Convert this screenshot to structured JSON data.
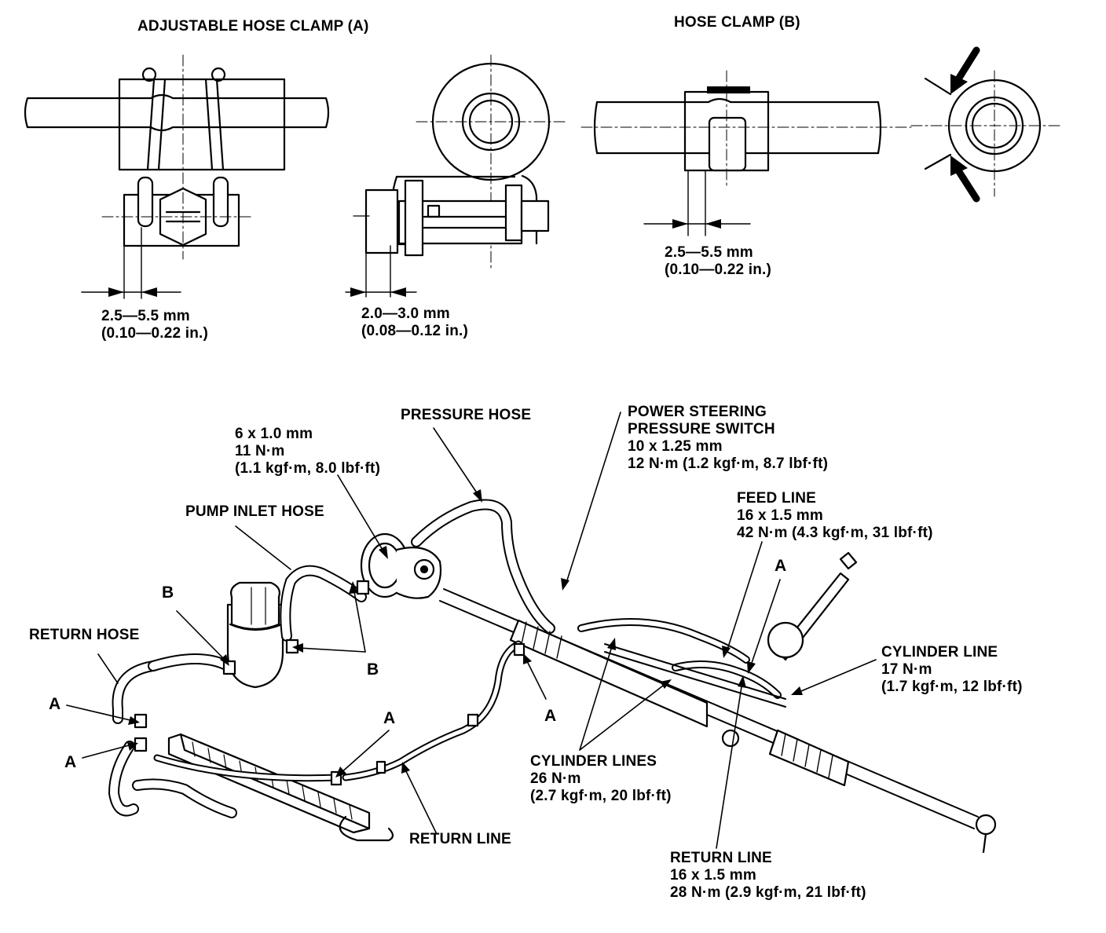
{
  "titles": {
    "clamp_a": "ADJUSTABLE HOSE CLAMP (A)",
    "clamp_b": "HOSE CLAMP (B)"
  },
  "dims": {
    "a_band": {
      "mm": "2.5—5.5 mm",
      "in": "(0.10—0.22 in.)"
    },
    "a_gap": {
      "mm": "2.0—3.0 mm",
      "in": "(0.08—0.12 in.)"
    },
    "b_band": {
      "mm": "2.5—5.5 mm",
      "in": "(0.10—0.22 in.)"
    }
  },
  "callouts": {
    "pressure_hose": "PRESSURE HOSE",
    "bolt_spec": {
      "size": "6 x 1.0 mm",
      "torque": "11 N·m",
      "alt": "(1.1 kgf·m, 8.0 lbf·ft)"
    },
    "ps_switch": {
      "line1": "POWER STEERING",
      "line2": "PRESSURE SWITCH",
      "size": "10 x 1.25 mm",
      "torque": "12 N·m (1.2 kgf·m, 8.7 lbf·ft)"
    },
    "feed_line": {
      "name": "FEED LINE",
      "size": "16 x 1.5 mm",
      "torque": "42 N·m (4.3 kgf·m, 31 lbf·ft)"
    },
    "pump_inlet_hose": "PUMP INLET HOSE",
    "return_hose": "RETURN HOSE",
    "cylinder_line": {
      "name": "CYLINDER LINE",
      "torque": "17 N·m",
      "alt": "(1.7 kgf·m, 12 lbf·ft)"
    },
    "cylinder_lines": {
      "name": "CYLINDER LINES",
      "torque": "26 N·m",
      "alt": "(2.7 kgf·m, 20 lbf·ft)"
    },
    "return_line_left": "RETURN LINE",
    "return_line_right": {
      "name": "RETURN LINE",
      "size": "16 x 1.5 mm",
      "torque": "28 N·m (2.9 kgf·m, 21 lbf·ft)"
    },
    "letter_a": "A",
    "letter_b": "B"
  }
}
